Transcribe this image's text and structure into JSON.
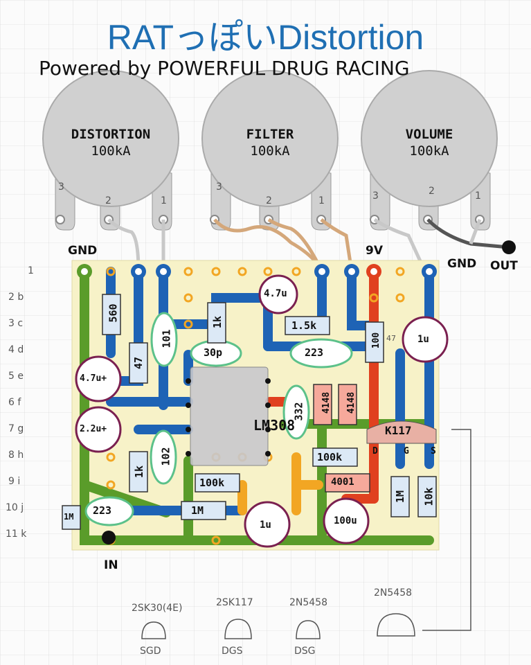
{
  "title": "RATっぽいDistortion",
  "subtitle": "Powered by POWERFUL DRUG RACING",
  "pots": [
    {
      "name": "DISTORTION",
      "value": "100kA"
    },
    {
      "name": "FILTER",
      "value": "100kA"
    },
    {
      "name": "VOLUME",
      "value": "100kA"
    }
  ],
  "pot_pin_labels": [
    "3",
    "2",
    "1"
  ],
  "jack_labels": {
    "gnd": "GND",
    "nine_volt": "9V",
    "gnd_out": "GND",
    "out": "OUT",
    "in": "IN"
  },
  "row_labels": [
    "1",
    "2 b",
    "3 c",
    "4 d",
    "5 e",
    "6 f",
    "7 g",
    "8 h",
    "9 i",
    "10 j",
    "11 k"
  ],
  "components": {
    "ic": "LM308",
    "resistors": [
      "560",
      "47",
      "1k",
      "1.5k",
      "100k",
      "100k",
      "1M",
      "1k",
      "1M",
      "10k",
      "1M"
    ],
    "caps_film": [
      "101",
      "30p",
      "223",
      "332",
      "102",
      "223"
    ],
    "caps_elec": [
      "4.7u",
      "4.7u+",
      "2.2u+",
      "1u",
      "1u",
      "100u"
    ],
    "diodes": [
      "4148",
      "4148",
      "4001"
    ],
    "misc": [
      "100",
      "47",
      "K117"
    ],
    "pin_letters": [
      "D",
      "G",
      "S"
    ]
  },
  "transistor_legend": [
    {
      "part": "2SK30(4E)",
      "pins": "SGD"
    },
    {
      "part": "2SK117",
      "pins": "DGS"
    },
    {
      "part": "2N5458",
      "pins": "DSG"
    },
    {
      "part": "2N5458",
      "pins": ""
    }
  ],
  "colors": {
    "title_blue": "#1f6fb3",
    "board": "#f7f2c8",
    "trace_blue": "#1e63b5",
    "trace_green": "#5a9c2a",
    "trace_red": "#e0401f",
    "trace_orange": "#f2a623",
    "elec_cap": "#7a2050",
    "film_cap": "#5cc18a",
    "resistor_fill": "#dce9f6",
    "pot_gray": "#d0d0d0"
  }
}
